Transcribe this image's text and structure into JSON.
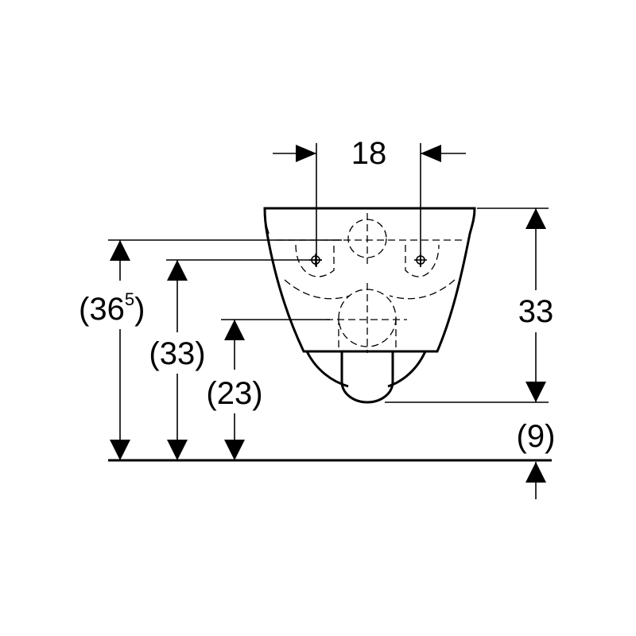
{
  "dimensions": {
    "top_width": "18",
    "right_height": "33",
    "right_floor": "(9)",
    "left_outer_prefix": "(36",
    "left_outer_sup": "5",
    "left_outer_suffix": ")",
    "left_mid": "(33)",
    "left_inner": "(23)"
  }
}
